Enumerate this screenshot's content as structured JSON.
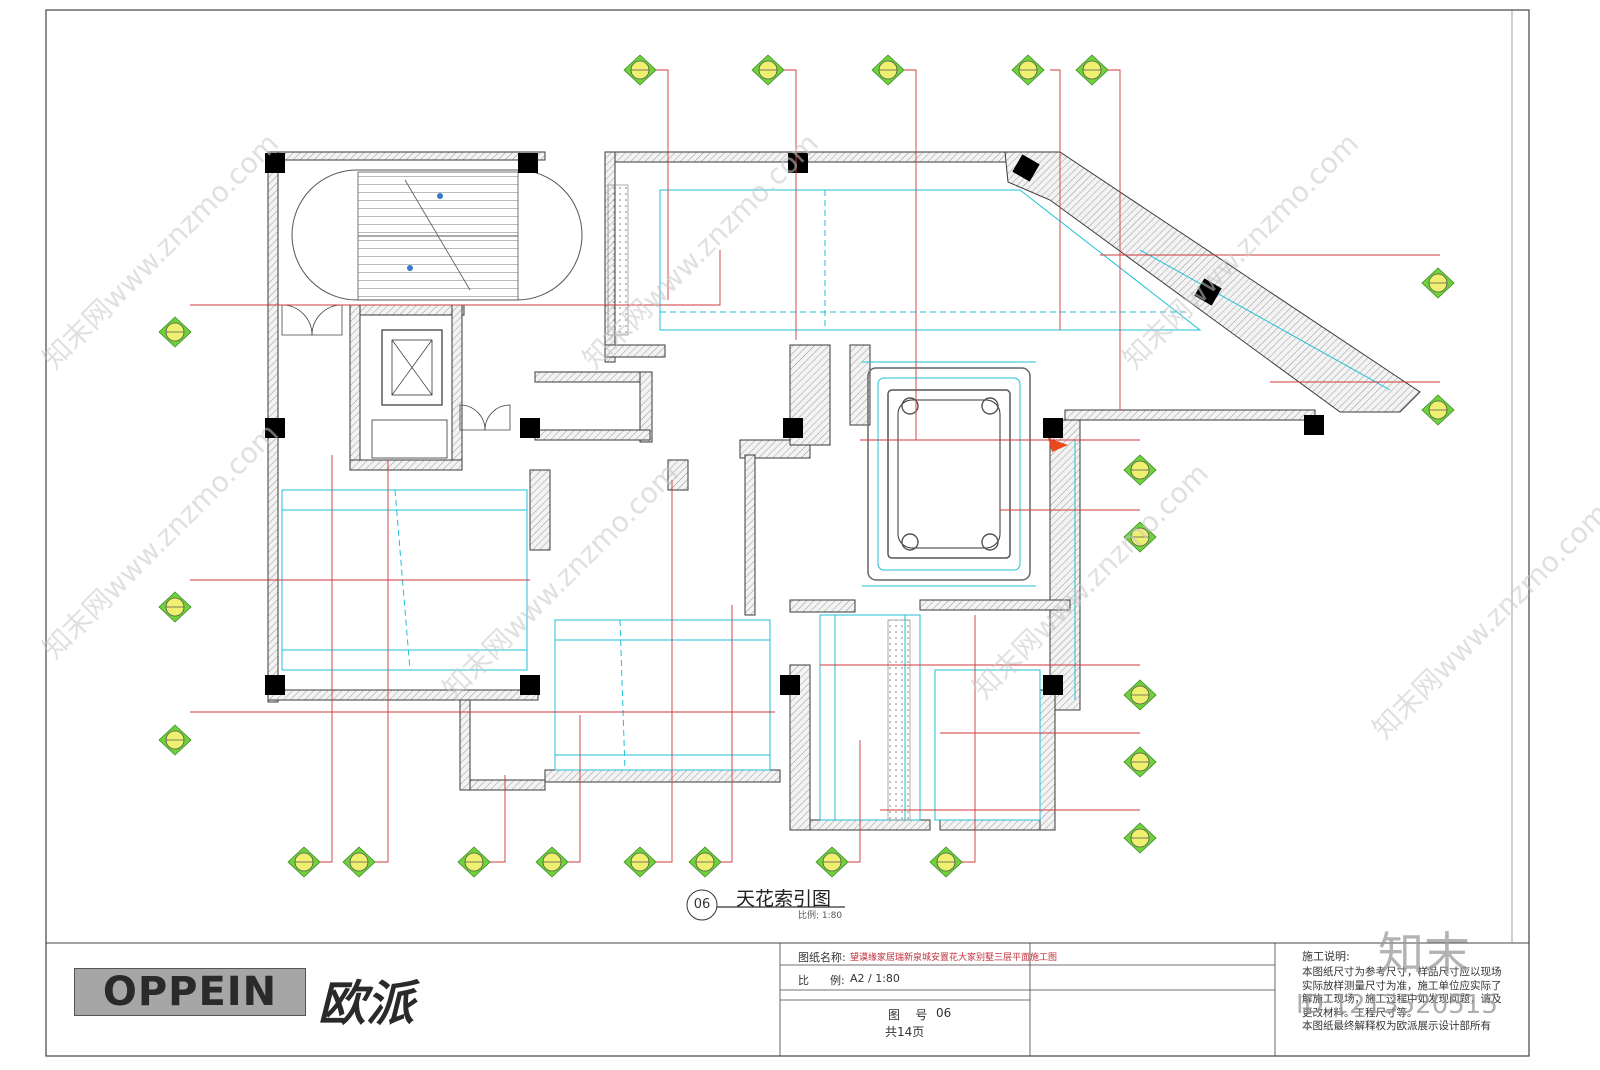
{
  "drawing": {
    "number": "06",
    "title": "天花索引图",
    "scale_caption": "比例: 1:80"
  },
  "title_block": {
    "logo_en": "OPPEIN",
    "logo_cn": "欧派",
    "drawing_name_label": "图纸名称:",
    "drawing_name_value": "望谟缘家居瑞新泉城安置花大家别墅三层平面施工图",
    "scale_label": "比      例:",
    "scale_value": "A2 / 1:80",
    "sheet_no_label": "图    号",
    "sheet_no_value": "06",
    "total_pages": "共14页",
    "notes_heading": "施工说明:",
    "notes": [
      "本图纸尺寸为参考尺寸，样品尺寸应以现场",
      "实际放样测量尺寸为准，施工单位应实际了",
      "解施工现场，施工过程中如发现问题，请及",
      "更改材料。工程尺寸等。",
      "本图纸最终解释权为欧派展示设计部所有"
    ]
  },
  "watermarks": {
    "site": "知末网www.znzmo.com",
    "corner": "知末",
    "id": "ID:1213520515"
  },
  "colors": {
    "leader": "#d0383e",
    "ceiling": "#20c0d8",
    "wall": "#3a3a3a",
    "hatch": "#9a9a9a",
    "marker": "#6fd23a",
    "marker_inner": "#f0f070",
    "column": "#000000",
    "accent": "#e84a1c"
  },
  "icons": {
    "index_marker": "ceiling-index-marker-icon"
  }
}
